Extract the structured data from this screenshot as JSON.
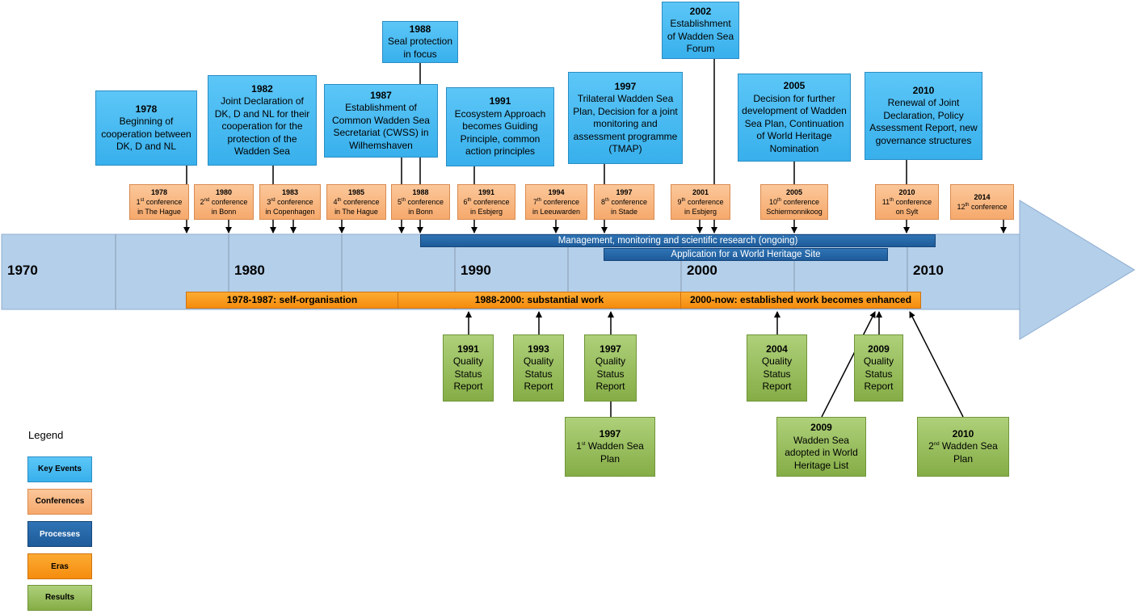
{
  "decades": [
    "1970",
    "1980",
    "1990",
    "2000",
    "2010"
  ],
  "key_events": [
    {
      "year": "1978",
      "text": "Beginning of cooperation between DK, D and NL"
    },
    {
      "year": "1982",
      "text": "Joint Declaration of DK, D and NL for their cooperation for the protection of the Wadden Sea"
    },
    {
      "year": "1987",
      "text": "Establishment of Common Wadden Sea Secretariat (CWSS) in Wilhemshaven"
    },
    {
      "year": "1988",
      "text": "Seal protection in focus"
    },
    {
      "year": "1991",
      "text": "Ecosystem Approach becomes Guiding Principle, common action principles"
    },
    {
      "year": "1997",
      "text": "Trilateral Wadden Sea Plan, Decision for a joint monitoring and assessment programme (TMAP)"
    },
    {
      "year": "2002",
      "text": "Establishment of Wadden Sea Forum"
    },
    {
      "year": "2005",
      "text": "Decision for further development of Wadden Sea Plan, Continuation of World Heritage Nomination"
    },
    {
      "year": "2010",
      "text": "Renewal of Joint Declaration, Policy Assessment Report, new governance structures"
    }
  ],
  "conferences": [
    {
      "year": "1978",
      "ord": "1",
      "sup": "st",
      "line1": " conference",
      "line2": "in The Hague"
    },
    {
      "year": "1980",
      "ord": "2",
      "sup": "nd",
      "line1": " conference",
      "line2": "in Bonn"
    },
    {
      "year": "1983",
      "ord": "3",
      "sup": "rd",
      "line1": " conference",
      "line2": "in Copenhagen"
    },
    {
      "year": "1985",
      "ord": "4",
      "sup": "th",
      "line1": " conference",
      "line2": "in The Hague"
    },
    {
      "year": "1988",
      "ord": "5",
      "sup": "th",
      "line1": " conference",
      "line2": "in Bonn"
    },
    {
      "year": "1991",
      "ord": "6",
      "sup": "th",
      "line1": " conference",
      "line2": "in Esbjerg"
    },
    {
      "year": "1994",
      "ord": "7",
      "sup": "th",
      "line1": " conference",
      "line2": "in Leeuwarden"
    },
    {
      "year": "1997",
      "ord": "8",
      "sup": "th",
      "line1": " conference",
      "line2": "in Stade"
    },
    {
      "year": "2001",
      "ord": "9",
      "sup": "th",
      "line1": " conference",
      "line2": "in Esbjerg"
    },
    {
      "year": "2005",
      "ord": "10",
      "sup": "th",
      "line1": " conference",
      "line2": "Schiermonnikoog"
    },
    {
      "year": "2010",
      "ord": "11",
      "sup": "th",
      "line1": " conference",
      "line2": "on Sylt"
    },
    {
      "year": "2014",
      "ord": "12",
      "sup": "th",
      "line1": " conference",
      "line2": ""
    }
  ],
  "processes": [
    "Management, monitoring and scientific research (ongoing)",
    "Application for a World Heritage Site"
  ],
  "eras": [
    "1978-1987: self-organisation",
    "1988-2000: substantial work",
    "2000-now: established work becomes enhanced"
  ],
  "results": [
    {
      "year": "1991",
      "text": "Quality Status Report"
    },
    {
      "year": "1993",
      "text": "Quality Status Report"
    },
    {
      "year": "1997",
      "text": "Quality Status Report"
    },
    {
      "year": "1997",
      "pre": "1",
      "sup": "st",
      "text": " Wadden Sea Plan"
    },
    {
      "year": "2004",
      "text": "Quality Status Report"
    },
    {
      "year": "2009",
      "text": "Quality Status Report"
    },
    {
      "year": "2009",
      "text": "Wadden Sea adopted in World Heritage List"
    },
    {
      "year": "2010",
      "pre": "2",
      "sup": "nd",
      "text": " Wadden Sea Plan"
    }
  ],
  "legend": {
    "title": "Legend",
    "items": [
      "Key Events",
      "Conferences",
      "Processes",
      "Eras",
      "Results"
    ]
  },
  "colors": {
    "key_event": "#38b0ec",
    "conference": "#f6a96c",
    "process": "#1e5b9a",
    "era": "#f58c0e",
    "result": "#85ad46",
    "timeline": "#b4cfea"
  }
}
